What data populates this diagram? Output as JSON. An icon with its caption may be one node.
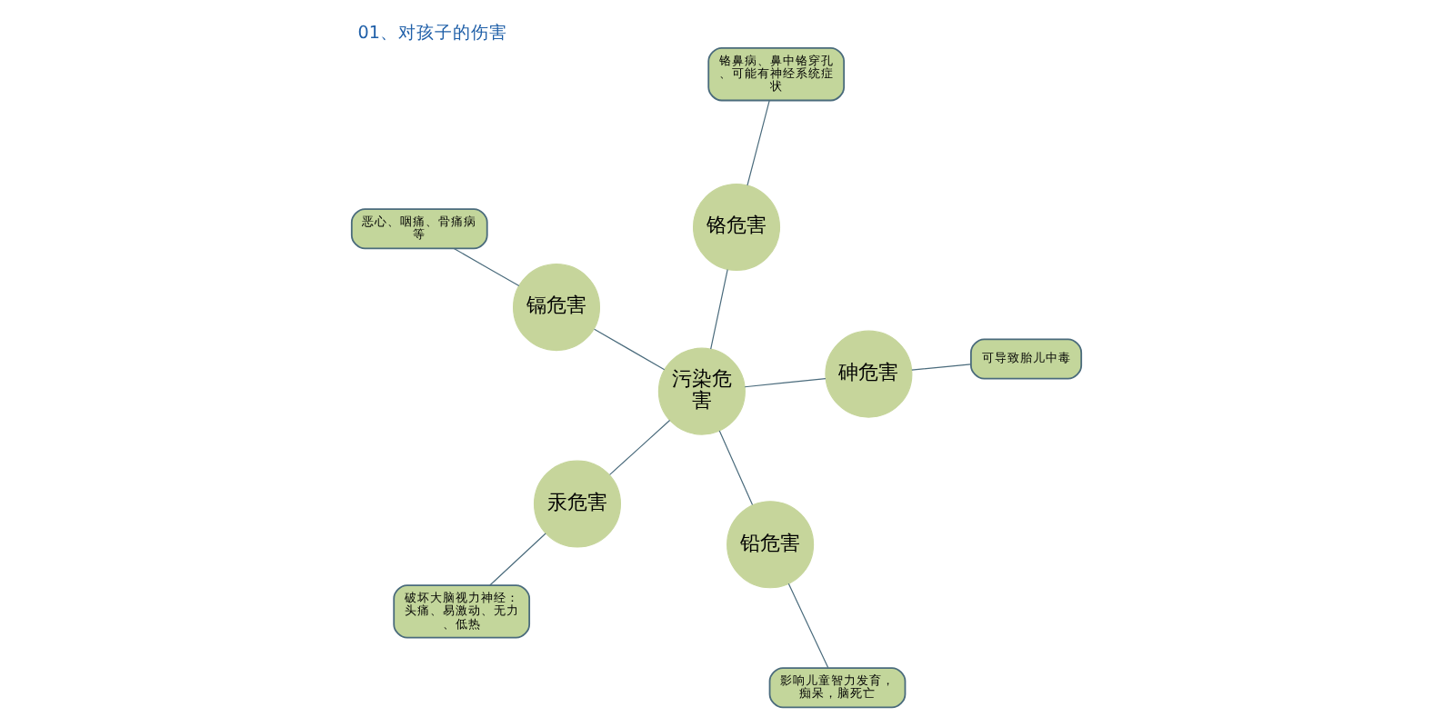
{
  "diagram": {
    "title": "01、对孩子的伤害",
    "nodes": [
      {
        "text": [
          "污染危害"
        ]
      },
      {
        "text": [
          "汞危害"
        ]
      },
      {
        "text": [
          "铅危害"
        ]
      },
      {
        "text": [
          "镉危害"
        ]
      },
      {
        "text": [
          "砷危害"
        ]
      },
      {
        "text": [
          "铬危害"
        ]
      },
      {
        "text": [
          "破坏大脑视力神经：头痛、易激动、无力、低热"
        ]
      },
      {
        "text": [
          "影响儿童智力发育，痴呆，脑死亡"
        ]
      },
      {
        "text": [
          "恶心、咽痛、骨痛病等"
        ]
      },
      {
        "text": [
          "可导致胎儿中毒"
        ]
      },
      {
        "text": [
          "铬鼻病、鼻中铬穿孔、可能有神经系统症状"
        ]
      }
    ],
    "edges": [
      {
        "from": 0,
        "to": 1,
        "arrow": "none"
      },
      {
        "from": 0,
        "to": 2,
        "arrow": "none"
      },
      {
        "from": 0,
        "to": 3,
        "arrow": "none"
      },
      {
        "from": 0,
        "to": 4,
        "arrow": "none"
      },
      {
        "from": 0,
        "to": 5,
        "arrow": "none"
      },
      {
        "from": 6,
        "to": 1,
        "arrow": "none"
      },
      {
        "from": 7,
        "to": 2,
        "arrow": "none"
      },
      {
        "from": 8,
        "to": 3,
        "arrow": "none"
      },
      {
        "from": 9,
        "to": 4,
        "arrow": "none"
      },
      {
        "from": 10,
        "to": 5,
        "arrow": "none"
      }
    ]
  }
}
